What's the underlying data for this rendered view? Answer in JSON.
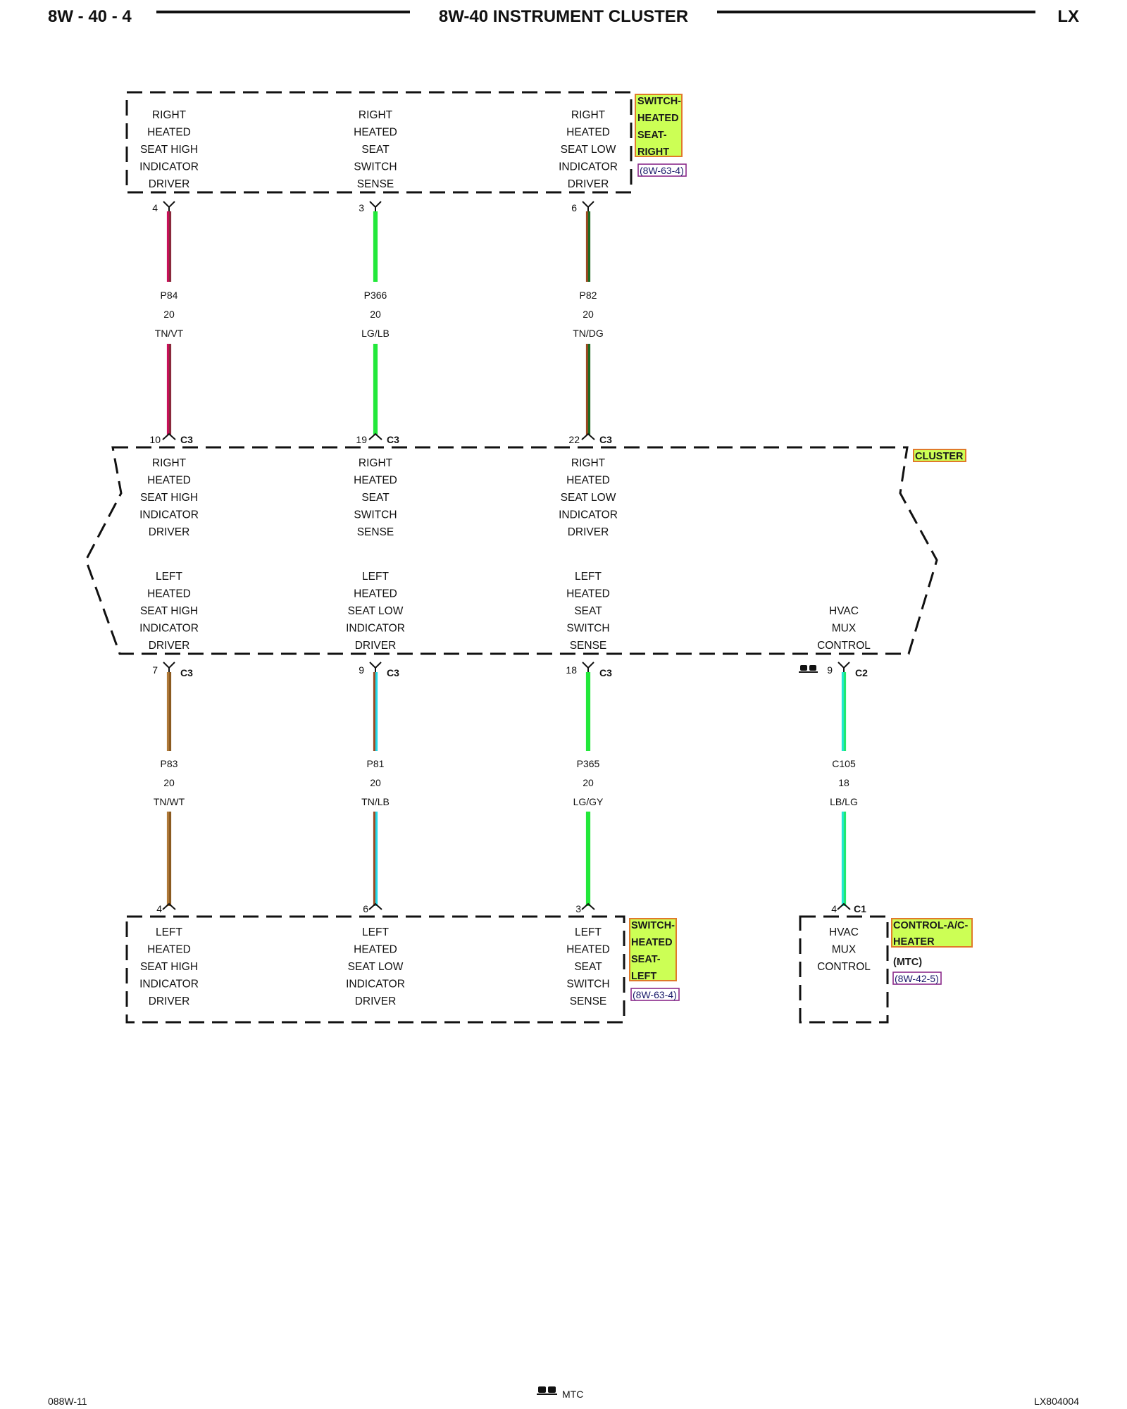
{
  "header": {
    "page": "8W - 40 - 4",
    "title": "8W-40 INSTRUMENT CLUSTER",
    "model": "LX"
  },
  "components": {
    "switch_right": {
      "label": [
        "SWITCH-",
        "HEATED",
        "SEAT-",
        "RIGHT"
      ],
      "ref": "(8W-63-4)"
    },
    "cluster": {
      "label": "CLUSTER"
    },
    "switch_left": {
      "label": [
        "SWITCH-",
        "HEATED",
        "SEAT-",
        "LEFT"
      ],
      "ref": "(8W-63-4)"
    },
    "hvac_control": {
      "label": [
        "CONTROL-A/C-",
        "HEATER"
      ],
      "sub": "(MTC)",
      "ref": "(8W-42-5)"
    }
  },
  "top_switch_pins": [
    [
      "RIGHT",
      "HEATED",
      "SEAT HIGH",
      "INDICATOR",
      "DRIVER"
    ],
    [
      "RIGHT",
      "HEATED",
      "SEAT",
      "SWITCH",
      "SENSE"
    ],
    [
      "RIGHT",
      "HEATED",
      "SEAT LOW",
      "INDICATOR",
      "DRIVER"
    ]
  ],
  "cluster_top_pins": [
    [
      "RIGHT",
      "HEATED",
      "SEAT HIGH",
      "INDICATOR",
      "DRIVER"
    ],
    [
      "RIGHT",
      "HEATED",
      "SEAT",
      "SWITCH",
      "SENSE"
    ],
    [
      "RIGHT",
      "HEATED",
      "SEAT LOW",
      "INDICATOR",
      "DRIVER"
    ]
  ],
  "cluster_bottom_pins": [
    [
      "LEFT",
      "HEATED",
      "SEAT HIGH",
      "INDICATOR",
      "DRIVER"
    ],
    [
      "LEFT",
      "HEATED",
      "SEAT LOW",
      "INDICATOR",
      "DRIVER"
    ],
    [
      "LEFT",
      "HEATED",
      "SEAT",
      "SWITCH",
      "SENSE"
    ],
    [
      "HVAC",
      "MUX",
      "CONTROL"
    ]
  ],
  "bottom_switch_pins": [
    [
      "LEFT",
      "HEATED",
      "SEAT HIGH",
      "INDICATOR",
      "DRIVER"
    ],
    [
      "LEFT",
      "HEATED",
      "SEAT LOW",
      "INDICATOR",
      "DRIVER"
    ],
    [
      "LEFT",
      "HEATED",
      "SEAT",
      "SWITCH",
      "SENSE"
    ]
  ],
  "hvac_pins": [
    "HVAC",
    "MUX",
    "CONTROL"
  ],
  "upper_wires": [
    {
      "circuit": "P84",
      "gauge": "20",
      "color": "TN/VT",
      "pin_switch": "4",
      "pin_cluster": "10",
      "connector": "C3",
      "c1": "#c8105a",
      "c2": "#8a2a3c"
    },
    {
      "circuit": "P366",
      "gauge": "20",
      "color": "LG/LB",
      "pin_switch": "3",
      "pin_cluster": "19",
      "connector": "C3",
      "c1": "#22e83a",
      "c2": "#22e83a"
    },
    {
      "circuit": "P82",
      "gauge": "20",
      "color": "TN/DG",
      "pin_switch": "6",
      "pin_cluster": "22",
      "connector": "C3",
      "c1": "#9a4a22",
      "c2": "#1f6a22"
    }
  ],
  "lower_wires": [
    {
      "circuit": "P83",
      "gauge": "20",
      "color": "TN/WT",
      "pin_cluster": "7",
      "connector": "C3",
      "pin_end": "4",
      "c1": "#b07a3a",
      "c2": "#8a5a20"
    },
    {
      "circuit": "P81",
      "gauge": "20",
      "color": "TN/LB",
      "pin_cluster": "9",
      "connector": "C3",
      "pin_end": "6",
      "c1": "#9a4a22",
      "c2": "#22d8e8"
    },
    {
      "circuit": "P365",
      "gauge": "20",
      "color": "LG/GY",
      "pin_cluster": "18",
      "connector": "C3",
      "pin_end": "3",
      "c1": "#22e83a",
      "c2": "#22e83a"
    },
    {
      "circuit": "C105",
      "gauge": "18",
      "color": "LB/LG",
      "pin_cluster": "9",
      "connector": "C2",
      "pin_end": "4",
      "end_connector": "C1",
      "c1": "#22e8d0",
      "c2": "#22e870"
    }
  ],
  "footer": {
    "left": "088W-11",
    "center": "MTC",
    "right": "LX804004"
  },
  "colors": {
    "label_fill": "#ccff55",
    "label_border": "#e07a2a",
    "ref_border": "#8a2a8a"
  }
}
